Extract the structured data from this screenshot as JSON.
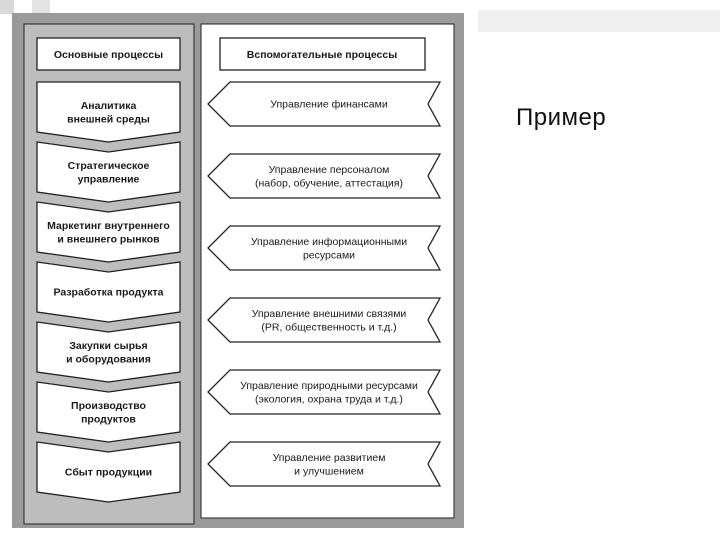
{
  "side_title": "Пример",
  "main": {
    "header": "Основные процессы",
    "steps": [
      [
        "Аналитика",
        "внешней среды"
      ],
      [
        "Стратегическое",
        "управление"
      ],
      [
        "Маркетинг внутреннего",
        "и внешнего рынков"
      ],
      [
        "Разработка продукта"
      ],
      [
        "Закупки сырья",
        "и оборудования"
      ],
      [
        "Производство",
        "продуктов"
      ],
      [
        "Сбыт продукции"
      ]
    ]
  },
  "support": {
    "header": "Вспомогательные процессы",
    "items": [
      [
        "Управление финансами"
      ],
      [
        "Управление персоналом",
        "(набор, обучение, аттестация)"
      ],
      [
        "Управление информационными",
        "ресурсами"
      ],
      [
        "Управление внешними связями",
        "(PR, общественность и т.д.)"
      ],
      [
        "Управление природными ресурсами",
        "(экология, охрана труда и т.д.)"
      ],
      [
        "Управление развитием",
        "и улучшением"
      ]
    ]
  },
  "colors": {
    "outer_frame": "#9a9a9a",
    "left_panel": "#bdbdbd",
    "shape_fill": "#ffffff",
    "stroke": "#222222",
    "text": "#1a1a1a"
  }
}
